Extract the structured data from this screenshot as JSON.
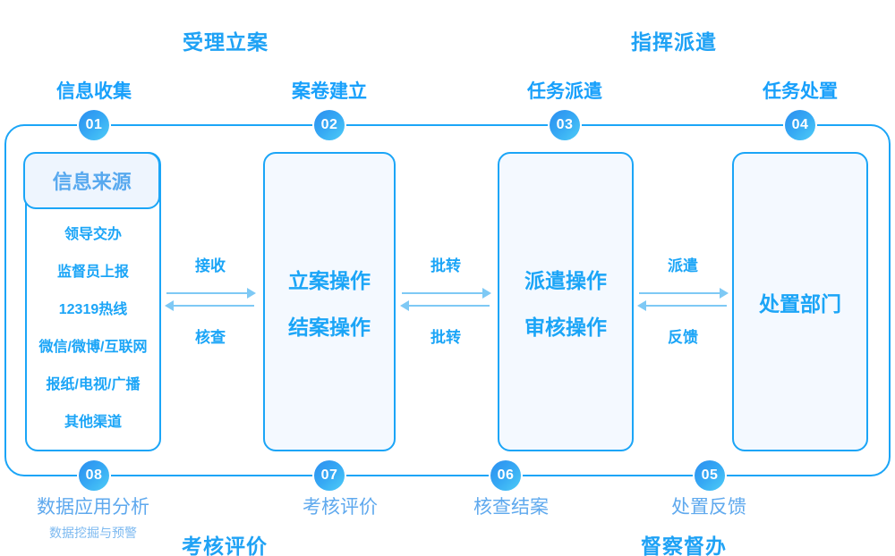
{
  "sections": {
    "top": [
      {
        "id": "shouli",
        "label": "受理立案"
      },
      {
        "id": "zhihui",
        "label": "指挥派遣"
      }
    ],
    "bottom": [
      {
        "id": "kaohe",
        "label": "考核评价"
      },
      {
        "id": "ducha",
        "label": "督察督办"
      }
    ]
  },
  "steps_top": [
    {
      "number": "01",
      "label": "信息收集"
    },
    {
      "number": "02",
      "label": "案卷建立"
    },
    {
      "number": "03",
      "label": "任务派遣"
    },
    {
      "number": "04",
      "label": "任务处置"
    }
  ],
  "steps_bottom": [
    {
      "number": "08",
      "label": "数据应用分析",
      "sublabel": "数据挖掘与预警"
    },
    {
      "number": "07",
      "label": "考核评价",
      "sublabel": ""
    },
    {
      "number": "06",
      "label": "核查结案",
      "sublabel": ""
    },
    {
      "number": "05",
      "label": "处置反馈",
      "sublabel": ""
    }
  ],
  "boxes": {
    "box01": {
      "header": "信息来源",
      "items": [
        "领导交办",
        "监督员上报",
        "12319热线",
        "微信/微博/互联网",
        "报纸/电视/广播",
        "其他渠道"
      ]
    },
    "box02": {
      "lines": [
        "立案操作",
        "结案操作"
      ]
    },
    "box03": {
      "lines": [
        "派遣操作",
        "审核操作"
      ]
    },
    "box04": {
      "lines": [
        "处置部门"
      ]
    }
  },
  "connectors": [
    {
      "id": "conn-1",
      "forward_label": "接收",
      "backward_label": "核查"
    },
    {
      "id": "conn-2",
      "forward_label": "批转",
      "backward_label": "批转"
    },
    {
      "id": "conn-3",
      "forward_label": "派遣",
      "backward_label": "反馈"
    }
  ],
  "colors": {
    "primary": "#1ba5f7",
    "title": "#1fa2f5",
    "label_top": "#18a0fb",
    "label_bottom": "#5fa9ee",
    "sublabel": "#7cb9f0",
    "box_fill": "#f4f9ff",
    "header_fill": "#eef5fe",
    "badge_from": "#2b8ef0",
    "badge_to": "#4ecdf7"
  }
}
